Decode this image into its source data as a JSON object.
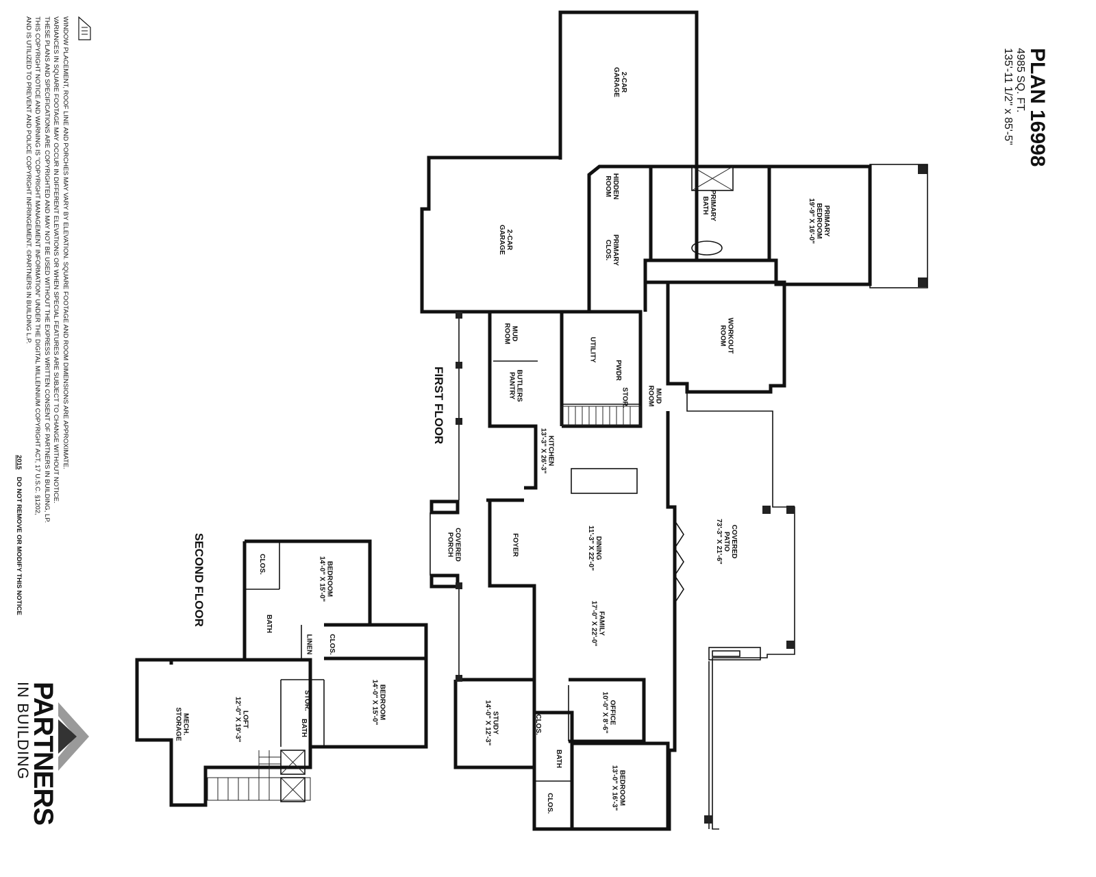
{
  "plan": {
    "title": "PLAN 16998",
    "sqft": "4985 SQ. FT.",
    "dimensions": "135'-11 1/2\" x 85'-5\""
  },
  "floors": {
    "first": "FIRST FLOOR",
    "second": "SECOND FLOOR"
  },
  "rooms_first": {
    "garage_top": [
      "2-CAR",
      "GARAGE"
    ],
    "garage_main": [
      "2-CAR",
      "GARAGE"
    ],
    "hidden_room": [
      "HIDDEN",
      "ROOM"
    ],
    "primary_bath": [
      "PRIMARY",
      "BATH"
    ],
    "primary_bedroom": [
      "PRIMARY",
      "BEDROOM",
      "19'-9\" X 16'-0\""
    ],
    "primary_clos": [
      "PRIMARY",
      "CLOS."
    ],
    "workout_room": [
      "WORKOUT",
      "ROOM"
    ],
    "mud_room_left": [
      "MUD",
      "ROOM"
    ],
    "butlers_pantry": [
      "BUTLERS",
      "PANTRY"
    ],
    "utility": [
      "UTILITY"
    ],
    "pwdr": [
      "PWDR"
    ],
    "stor": [
      "STOR."
    ],
    "mud_room_right": [
      "MUD",
      "ROOM"
    ],
    "kitchen": [
      "KITCHEN",
      "13'-3\" X 26'-3\""
    ],
    "covered_porch": [
      "COVERED",
      "PORCH"
    ],
    "foyer": [
      "FOYER"
    ],
    "dining": [
      "DINING",
      "11'-3\" X 22'-0\""
    ],
    "covered_patio": [
      "COVERED",
      "PATIO",
      "73'-3\" X 21'-6\""
    ],
    "family": [
      "FAMILY",
      "17'-0\" X 22'-0\""
    ],
    "study": [
      "STUDY",
      "14'-0\" X 12'-3\""
    ],
    "clos_study": [
      "CLOS."
    ],
    "office": [
      "OFFICE",
      "10'-0\" X 8'-6\""
    ],
    "bath_first": [
      "BATH"
    ],
    "bedroom_first": [
      "BEDROOM",
      "13'-0\" X 16'-3\""
    ],
    "clos_first": [
      "CLOS."
    ]
  },
  "rooms_second": {
    "bedroom_top": [
      "BEDROOM",
      "14'-0\" X 15'-0\""
    ],
    "clos_top": [
      "CLOS."
    ],
    "bath_top": [
      "BATH"
    ],
    "linen": [
      "LINEN"
    ],
    "clos_mid": [
      "CLOS."
    ],
    "bedroom_mid": [
      "BEDROOM",
      "14'-0\" X 15'-0\""
    ],
    "stor": [
      "STOR."
    ],
    "bath_mid": [
      "BATH"
    ],
    "loft": [
      "LOFT",
      "12'-0\" X 19'-3\""
    ],
    "mech_storage": [
      "MECH.",
      "STORAGE"
    ]
  },
  "disclaimer": {
    "lines": [
      "WINDOW PLACEMENT, ROOF LINE AND PORCHES MAY VARY BY ELEVATION.  SQUARE FOOTAGE AND ROOM DIMENSIONS ARE APPROXIMATE.",
      "VARIANCES IN SQUARE FOOTAGE MAY OCCUR IN DIFFERENT ELEVATIONS OR WHEN SPECIAL FEATURES ARE SUBJECT TO CHANGE WITHOUT NOTICE.",
      "THESE PLANS AND SPECIFICATIONS ARE COPYRIGHTED AND MAY NOT BE USED WITHOUT THE EXPRESS WRITTEN CONSENT OF PARTNERS IN BUILDING, LP.",
      "THIS COPYRIGHT NOTICE AND WARNING IS \"COPYRIGHT MANAGEMENT INFORMATION\" UNDER THE DIGITAL MILLENNIUM COPYRIGHT ACT, 17 U.S.C.   §1202,",
      "AND IS UTILIZED TO PREVENT AND POLICE COPYRIGHT INFRINGEMENT.  ©PARTNERS IN BUILDING L.P."
    ],
    "year": "2015",
    "notice": "DO NOT REMOVE OR MODIFY THIS NOTICE"
  },
  "logo": {
    "name": "PARTNERS",
    "sub": "IN BUILDING"
  },
  "colors": {
    "wall": "#111111",
    "logo_gray": "#9a9a9a",
    "logo_dark": "#333333"
  }
}
